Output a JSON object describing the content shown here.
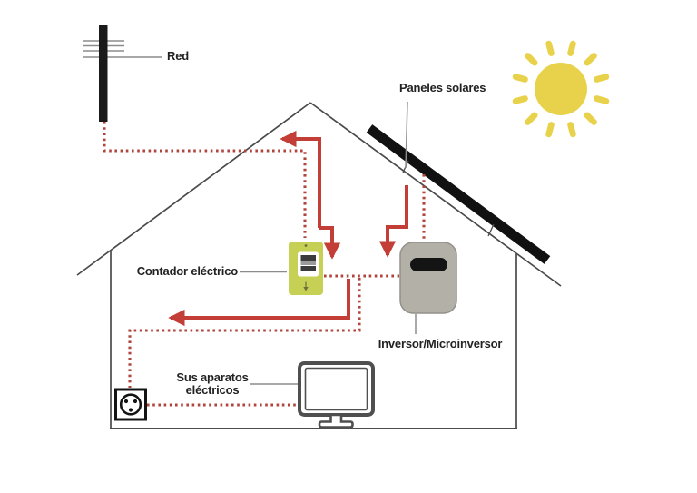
{
  "diagram": {
    "labels": {
      "grid": "Red",
      "solar_panels": "Paneles solares",
      "meter": "Contador eléctrico",
      "inverter": "Inversor/Microinversor",
      "appliances": "Sus aparatos eléctricos"
    },
    "icons": {
      "grid": "utility-pole-icon",
      "sun": "sun-icon",
      "solar_panels": "solar-panel-icon",
      "meter": "electric-meter-icon",
      "inverter": "inverter-icon",
      "outlet": "outlet-icon",
      "appliances": "monitor-icon"
    },
    "colors": {
      "flow_red": "#c23e36",
      "dotted_red": "#b0453e",
      "sun_yellow": "#e9d24b",
      "meter_green": "#c5d055",
      "inverter_gray": "#b3b0a7",
      "device_dark": "#4f4f4f",
      "outline_gray": "#4a4a4a",
      "pointer_gray": "#8c8c8c",
      "text_black": "#222222"
    }
  }
}
